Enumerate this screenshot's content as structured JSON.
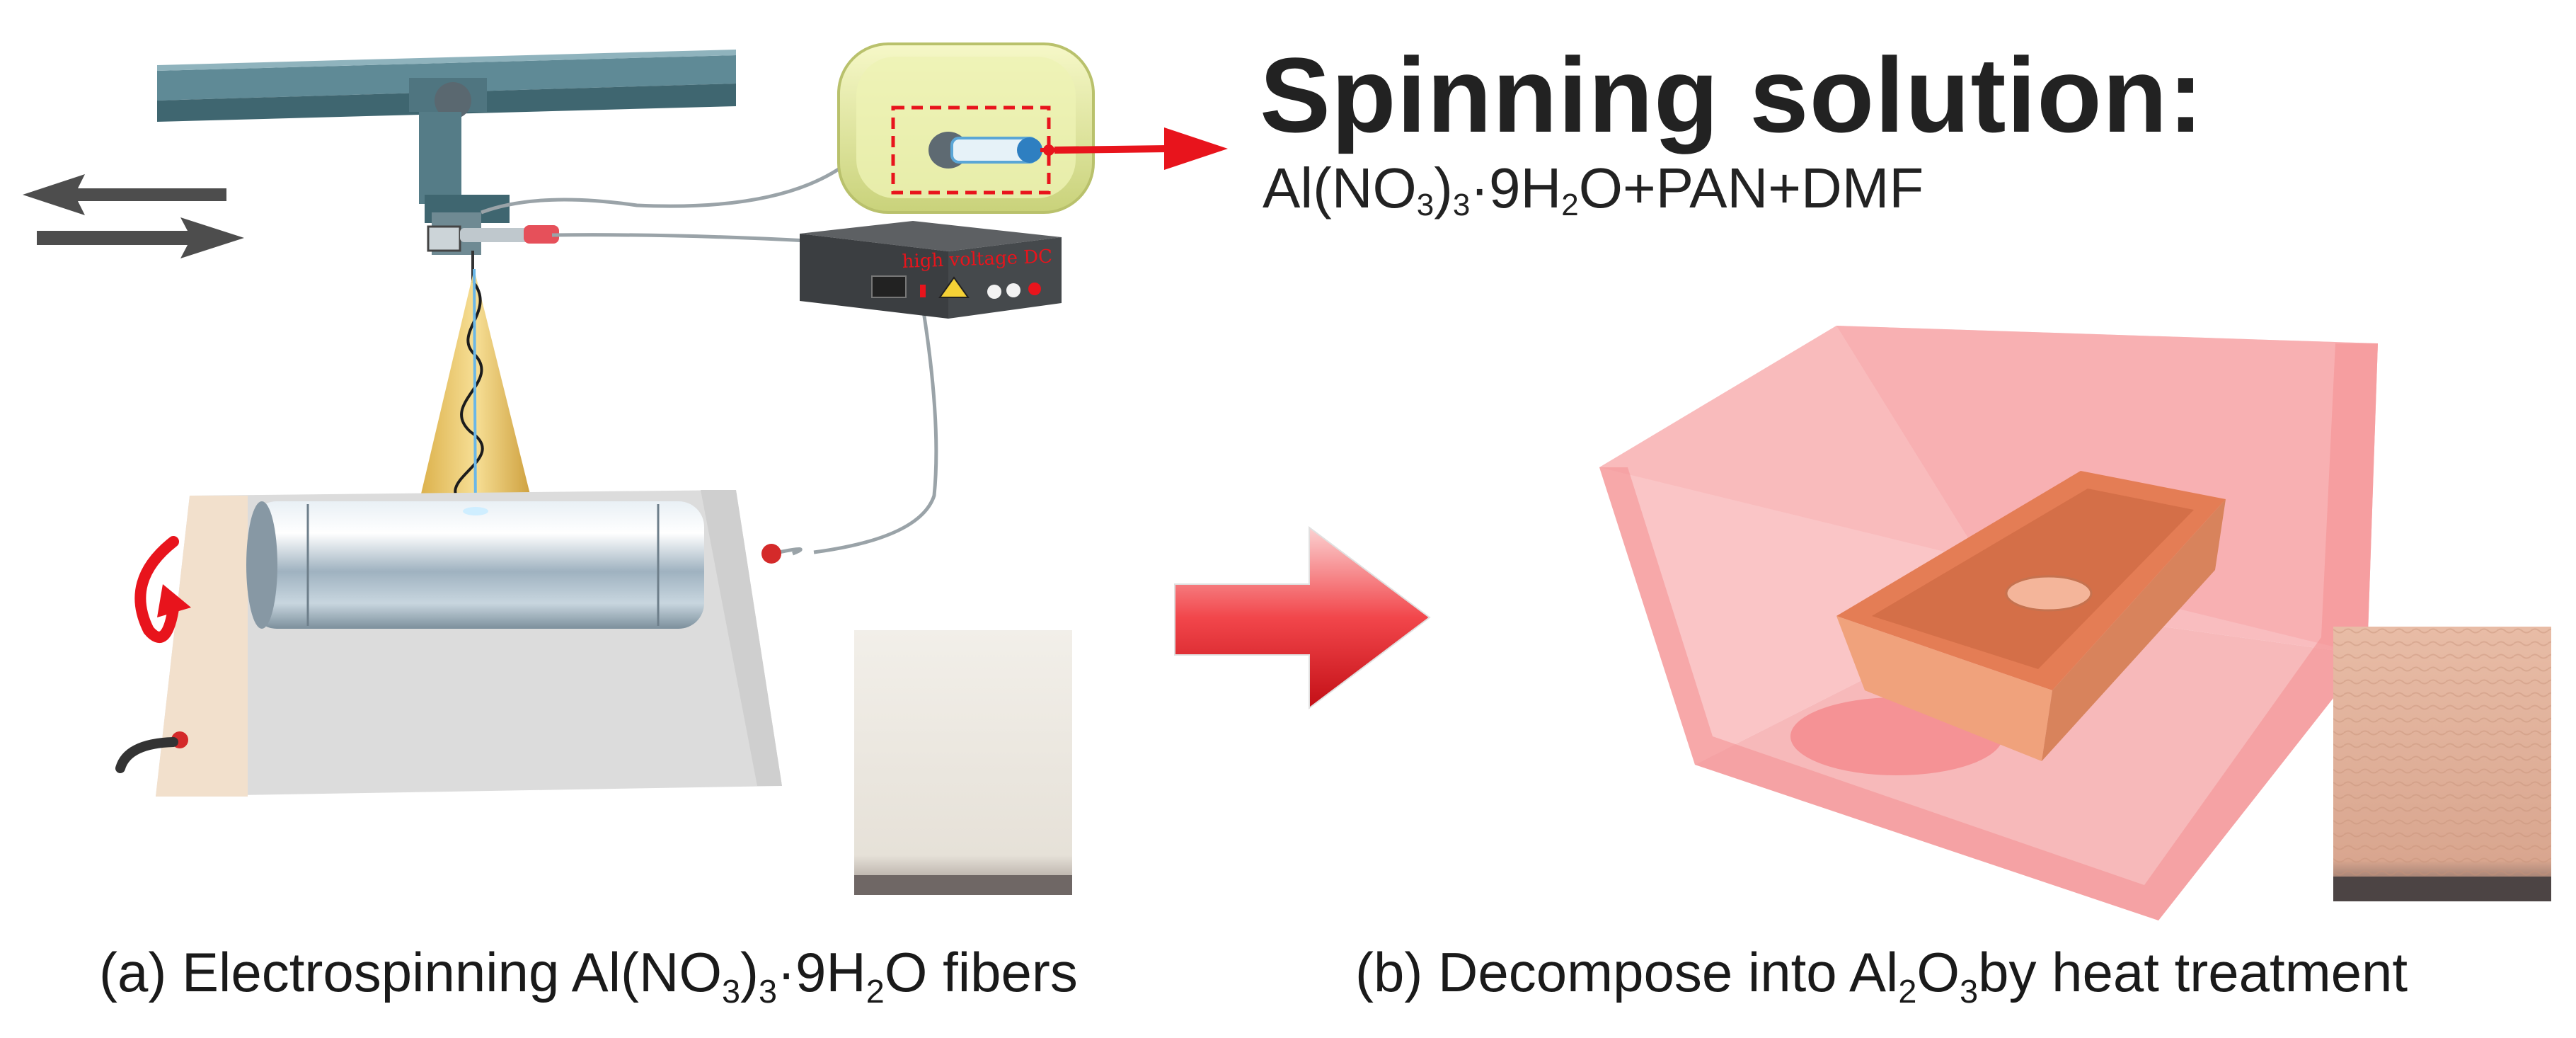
{
  "spinning_solution": {
    "title": "Spinning solution:",
    "formula": {
      "part1": "Al(NO",
      "sub1": "3",
      "part2": ")",
      "sub2": "3",
      "part3": "·9H",
      "sub3": "2",
      "part4": "O+PAN+DMF"
    }
  },
  "device": {
    "label": "high voltage DC"
  },
  "caption_a": {
    "part1": "(a) Electrospinning Al(NO",
    "sub1": "3",
    "part2": ")",
    "sub2": "3",
    "part3": "·9H",
    "sub3": "2",
    "part4": "O fibers"
  },
  "caption_b": {
    "part1": "(b) Decompose into Al",
    "sub1": "2",
    "part2": "O",
    "sub2": "3",
    "part3": "by heat treatment"
  },
  "colors": {
    "rail": "#5f8a96",
    "arrow_red": "#e8141c",
    "furnace_pink": "#f7a7a9",
    "crucible": "#f0a27c",
    "drum_silver": "#b9c9d4",
    "cone_yellow": "#e9c46a"
  }
}
